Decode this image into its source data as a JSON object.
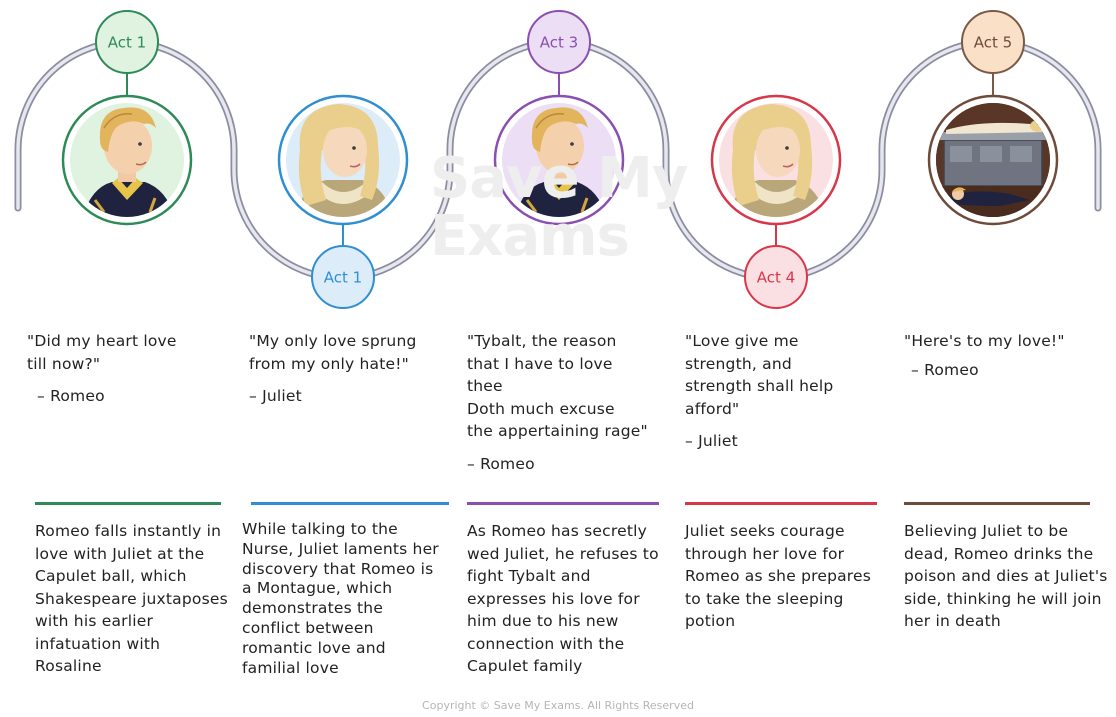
{
  "acts": [
    {
      "badge": "Act 1",
      "color": "#2e8b57",
      "fill": "#dff3e0",
      "quote": "\"Did my heart love\ntill now?\"",
      "speaker": "– Romeo",
      "description": "Romeo falls instantly in love with Juliet at the Capulet ball, which Shakespeare juxtaposes with his earlier infatuation with Rosaline",
      "portrait": "romeo-portrait"
    },
    {
      "badge": "Act 1",
      "color": "#2f8fd0",
      "fill": "#dcecf9",
      "quote": "\"My only love sprung\nfrom my only hate!\"",
      "speaker": "– Juliet",
      "description": "While talking to the Nurse, Juliet laments her discovery that Romeo is a Montague, which demonstrates the conflict between romantic love and familial love",
      "portrait": "juliet-portrait"
    },
    {
      "badge": "Act 3",
      "color": "#8a4fb0",
      "fill": "#ecdff5",
      "quote": "\"Tybalt, the reason\nthat I have to love\nthee\nDoth much excuse\nthe appertaining rage\"",
      "speaker": "– Romeo",
      "description": "As Romeo has secretly wed Juliet, he refuses to fight Tybalt and expresses his love for him due to his new connection with the Capulet family",
      "portrait": "romeo-portrait"
    },
    {
      "badge": "Act 4",
      "color": "#d9364a",
      "fill": "#fbe0e3",
      "quote": "\"Love give me\nstrength, and\nstrength shall help\nafford\"",
      "speaker": "– Juliet",
      "description": "Juliet seeks courage through her love for Romeo as she prepares to take the sleeping potion",
      "portrait": "juliet-portrait"
    },
    {
      "badge": "Act 5",
      "color": "#6e4b3a",
      "fill": "#fbe0c8",
      "badge_border": "#7a5a46",
      "quote": "\"Here's to my love!\"",
      "speaker": "– Romeo",
      "description": "Believing Juliet to be dead, Romeo drinks the poison and dies at Juliet's side, thinking he will join her in death",
      "portrait": "tomb-scene"
    }
  ],
  "watermark": "Save My\nExams",
  "footer": "Copyright © Save My Exams. All Rights Reserved"
}
